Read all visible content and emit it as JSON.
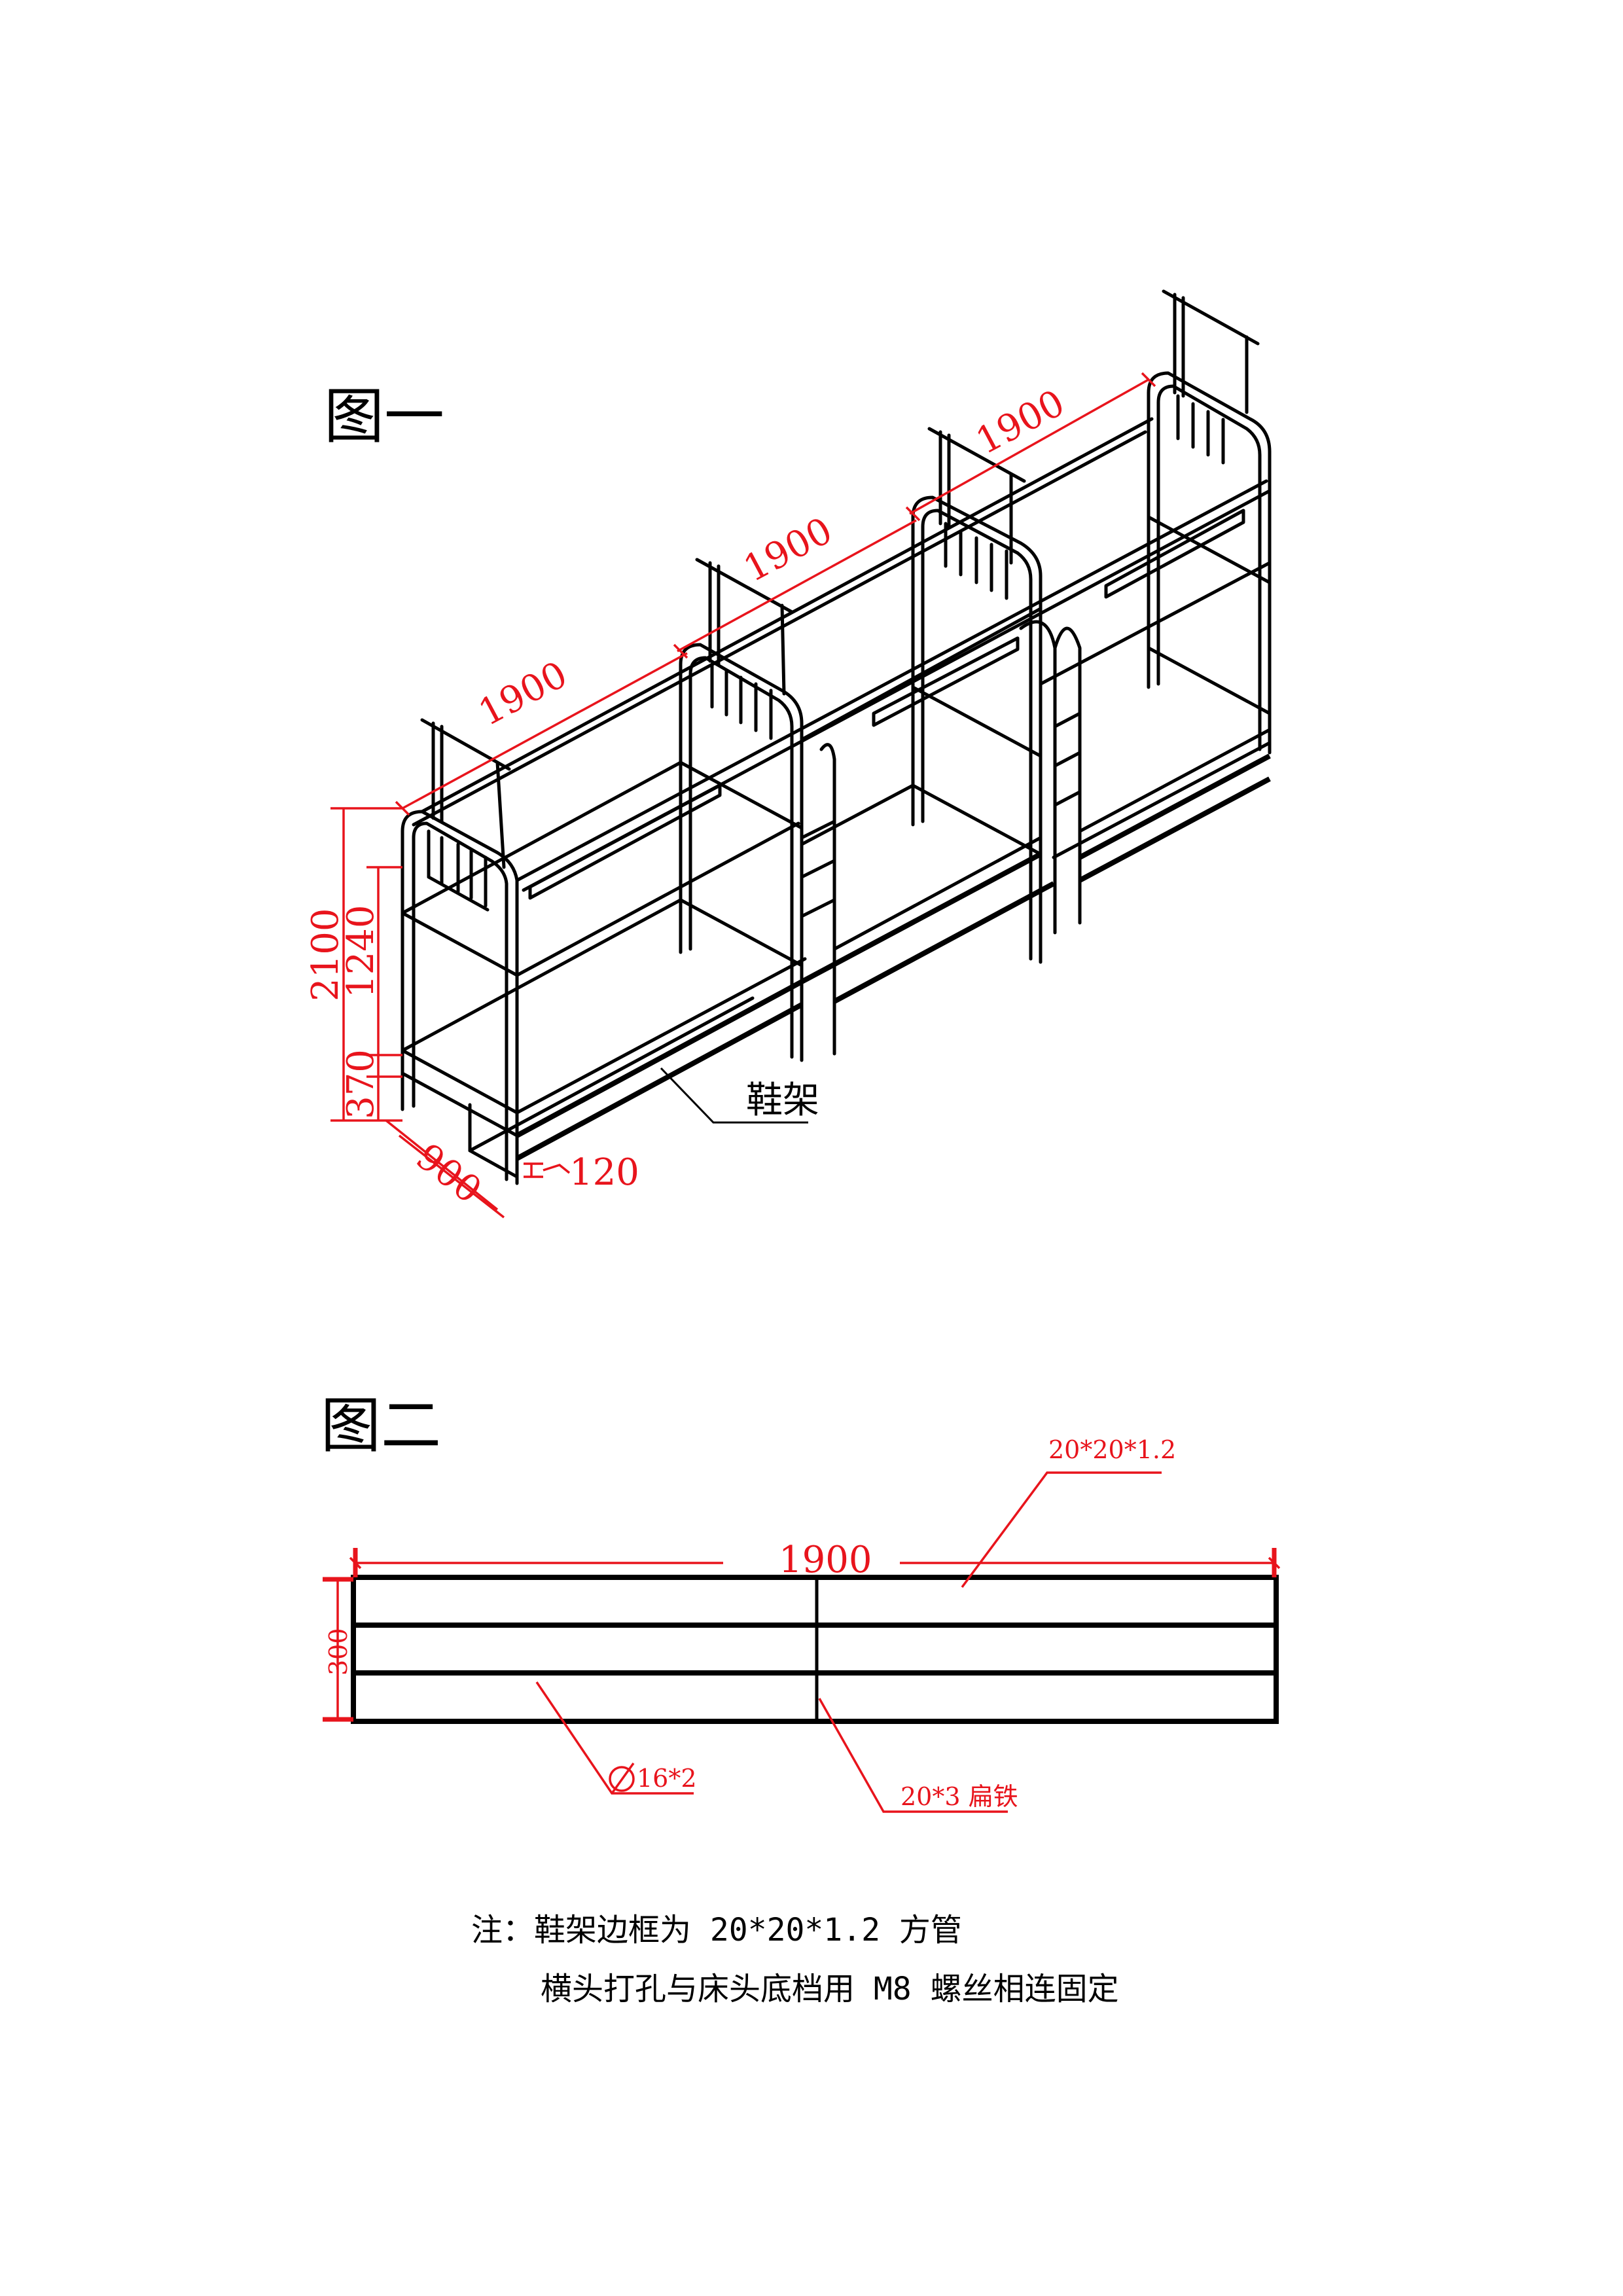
{
  "figure1": {
    "title": "图一",
    "dims": {
      "length_1": "1900",
      "length_2": "1900",
      "length_3": "1900",
      "height_total": "2100",
      "height_upper": "1240",
      "height_lower": "370",
      "depth": "900",
      "shoe_rack_height": "120"
    },
    "callout_shoe_rack": "鞋架"
  },
  "figure2": {
    "title": "图二",
    "length": "1900",
    "height": "300",
    "callout_tube": "20*20*1.2",
    "callout_rod": "16*2",
    "callout_flat_iron": "20*3 扁铁"
  },
  "notes": {
    "line1": "注：鞋架边框为 20*20*1.2 方管",
    "line2": "横头打孔与床头底档用 M8 螺丝相连固定"
  },
  "colors": {
    "dimension": "#e8141c",
    "lines": "#000000"
  }
}
